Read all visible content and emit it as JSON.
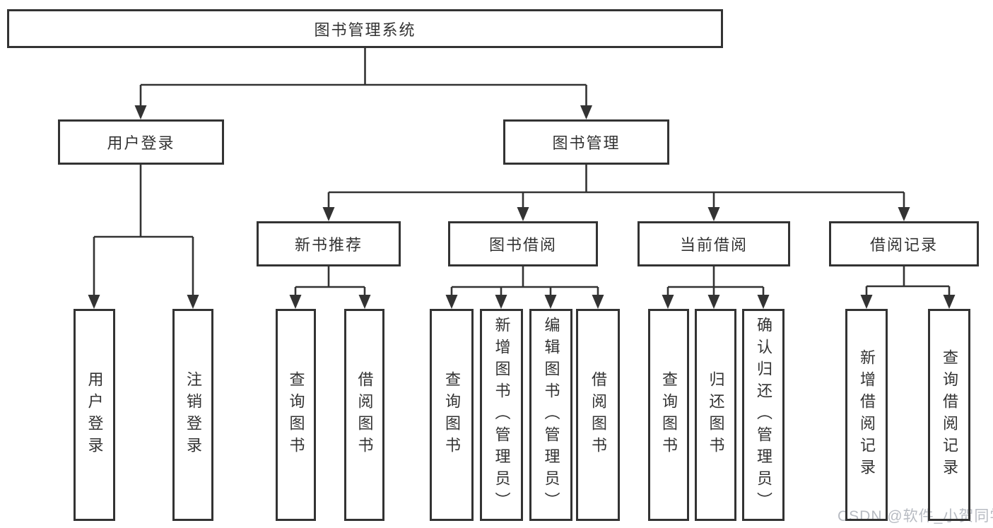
{
  "diagram": {
    "title": "图书管理系统",
    "colors": {
      "line": "#333333",
      "text": "#333333",
      "background": "#ffffff",
      "watermark": "#b7bbc2"
    },
    "tree": {
      "root": "图书管理系统",
      "branches": [
        {
          "label": "用户登录",
          "children": [
            "用户登录",
            "注销登录"
          ]
        },
        {
          "label": "图书管理",
          "sub": [
            {
              "label": "新书推荐",
              "children": [
                "查询图书",
                "借阅图书"
              ]
            },
            {
              "label": "图书借阅",
              "children": [
                "查询图书",
                "新增图书（管理员）",
                "编辑图书（管理员）",
                "借阅图书"
              ]
            },
            {
              "label": "当前借阅",
              "children": [
                "查询图书",
                "归还图书",
                "确认归还（管理员）"
              ]
            },
            {
              "label": "借阅记录",
              "children": [
                "新增借阅记录",
                "查询借阅记录"
              ]
            }
          ]
        }
      ]
    },
    "watermark": "CSDN @软件_小贺同学"
  }
}
